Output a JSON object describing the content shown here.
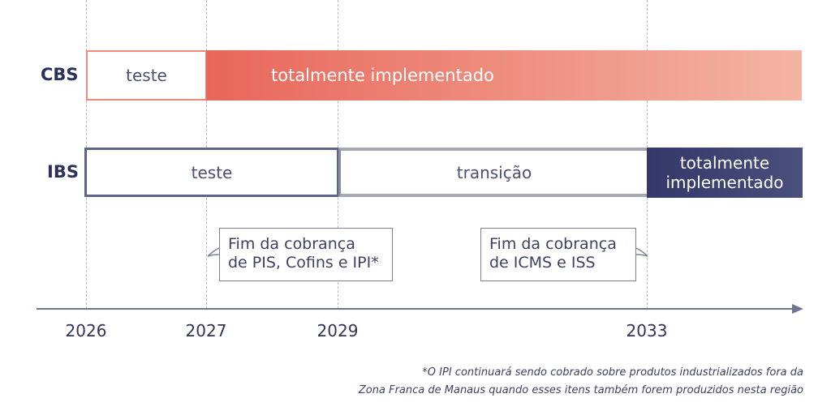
{
  "rows": {
    "cbs": {
      "label": "CBS",
      "segments": [
        "teste",
        "totalmente implementado"
      ]
    },
    "ibs": {
      "label": "IBS",
      "segments": [
        "teste",
        "transição",
        "totalmente implementado"
      ]
    }
  },
  "callouts": [
    {
      "line1": "Fim da cobrança",
      "line2": "de PIS, Cofins e IPI*"
    },
    {
      "line1": "Fim da cobrança",
      "line2": "de ICMS e ISS"
    }
  ],
  "years": [
    "2026",
    "2027",
    "2029",
    "2033"
  ],
  "footnote": {
    "line1": "*O IPI continuará sendo cobrado sobre produtos industrializados fora da",
    "line2": "Zona Franca de Manaus quando esses itens também forem produzidos nesta região"
  },
  "colors": {
    "cbs": "#e8675a",
    "cbs_light": "#f4b4a4",
    "ibs": "#3c4070",
    "ibs_border": "#5d6488"
  }
}
